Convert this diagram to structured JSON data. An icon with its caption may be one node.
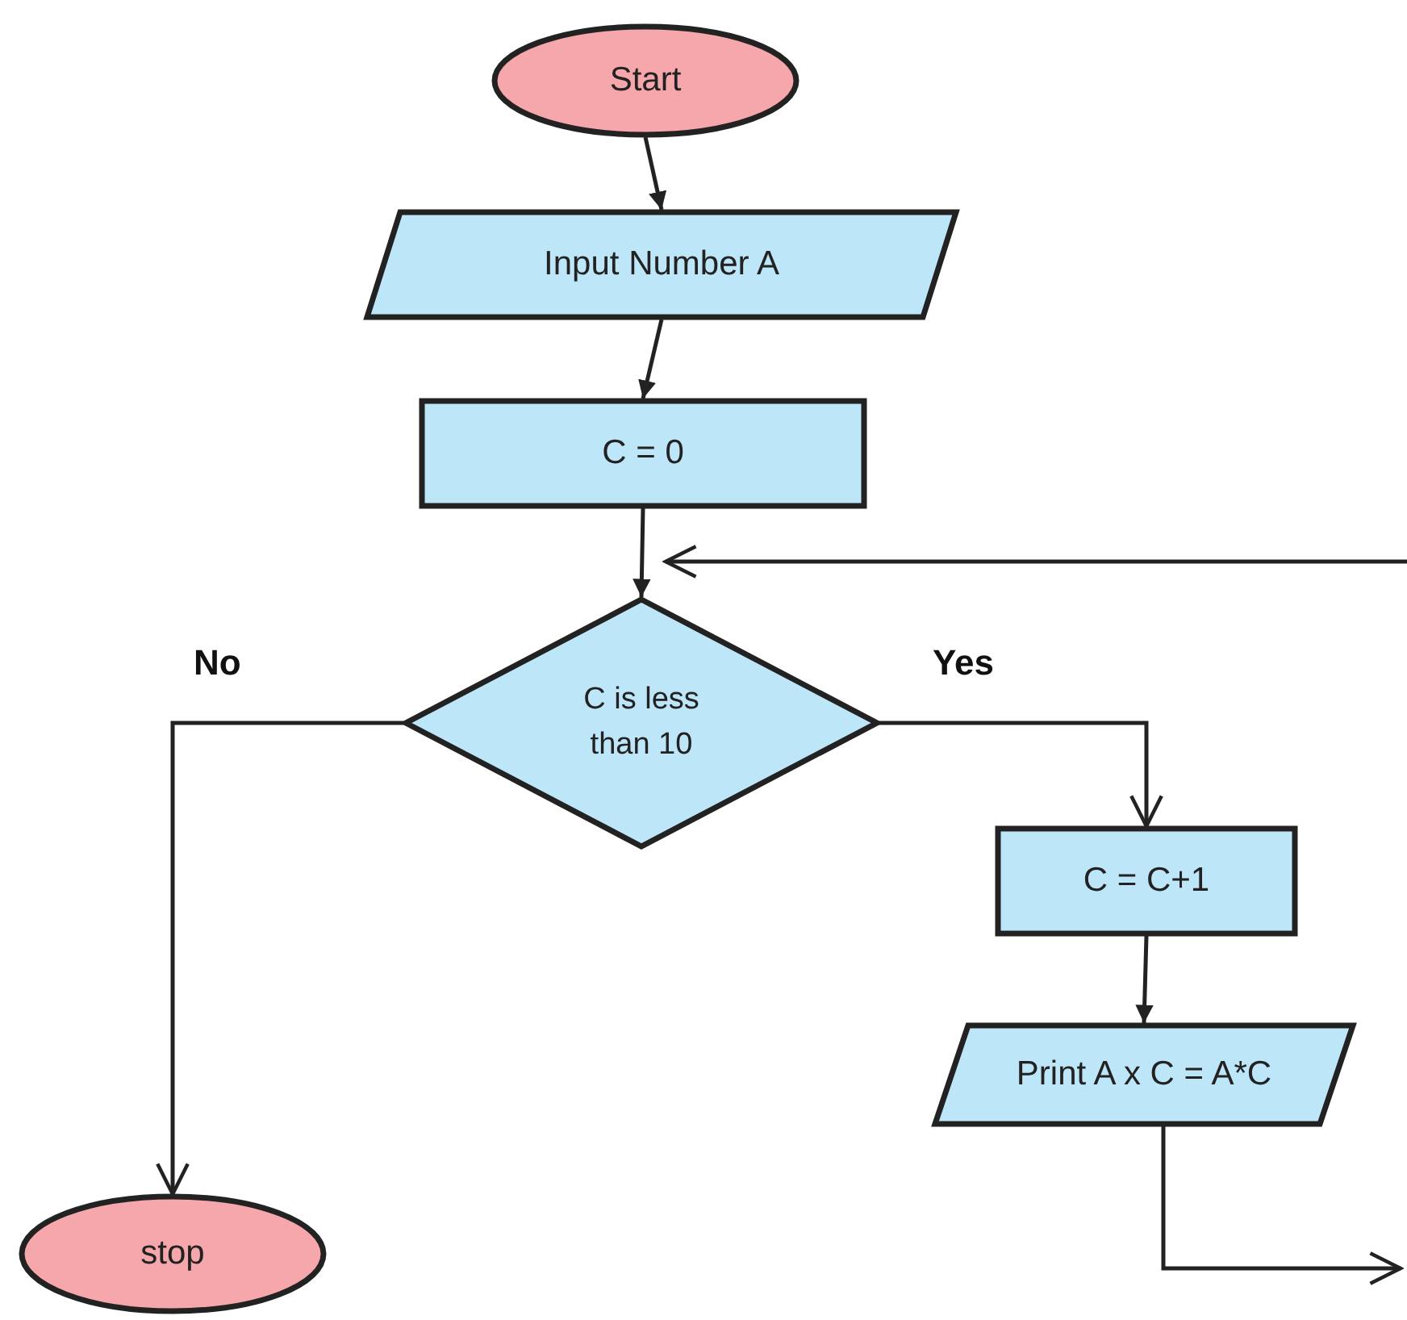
{
  "diagram": {
    "nodes": [
      {
        "text": [
          "Start"
        ]
      },
      {
        "text": [
          "Input Number  A"
        ]
      },
      {
        "text": [
          "C = 0"
        ]
      },
      {
        "text": [
          "C is less than 10"
        ]
      },
      {
        "text": [
          "C = C+1"
        ]
      },
      {
        "text": [
          "Print A x C = A*C"
        ]
      },
      {
        "text": [
          "stop"
        ]
      }
    ],
    "edges": [
      {
        "from": 0,
        "to": 1,
        "arrow": "to"
      },
      {
        "from": 1,
        "to": 2,
        "arrow": "to"
      },
      {
        "from": 2,
        "to": 3,
        "arrow": "to"
      },
      {
        "from": 3,
        "to": 6,
        "arrow": "to",
        "label": "No"
      },
      {
        "from": 3,
        "to": 4,
        "arrow": "to",
        "label": "Yes"
      },
      {
        "from": 4,
        "to": 5,
        "arrow": "to"
      },
      {
        "from": 5,
        "to": null,
        "arrow": "to"
      },
      {
        "from": null,
        "to": 3,
        "arrow": "to"
      }
    ]
  }
}
